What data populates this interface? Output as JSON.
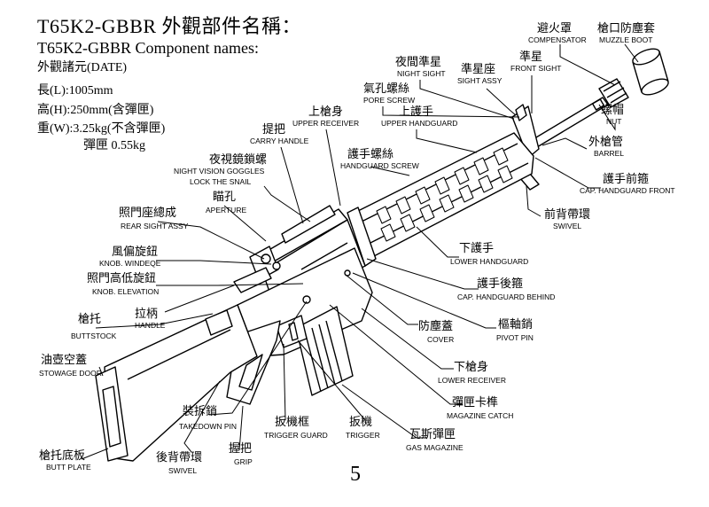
{
  "header": {
    "title": "T65K2-GBBR 外觀部件名稱：",
    "subtitle": "T65K2-GBBR Component names:",
    "date_line": "外觀諸元(DATE)",
    "length": "長(L):1005mm",
    "height": "高(H):250mm(含彈匣)",
    "weight": "重(W):3.25kg(不含彈匣)",
    "magazine_weight": "彈匣 0.55kg"
  },
  "page_number": "5",
  "labels": {
    "compensator": {
      "cn": "避火罩",
      "en": "COMPENSATOR"
    },
    "muzzle_boot": {
      "cn": "槍口防塵套",
      "en": "MUZZLE BOOT"
    },
    "night_sight": {
      "cn": "夜間準星",
      "en": "NIGHT SIGHT"
    },
    "front_sight": {
      "cn": "準星",
      "en": "FRONT SIGHT"
    },
    "sight_assy": {
      "cn": "準星座",
      "en": "SIGHT ASSY"
    },
    "pore_screw": {
      "cn": "氣孔螺絲",
      "en": "PORE SCREW"
    },
    "upper_receiver": {
      "cn": "上槍身",
      "en": "UPPER RECEIVER"
    },
    "upper_handguard": {
      "cn": "上護手",
      "en": "UPPER HANDGUARD"
    },
    "carry_handle": {
      "cn": "提把",
      "en": "CARRY HANDLE"
    },
    "nut": {
      "cn": "螺帽",
      "en": "NUT"
    },
    "barrel": {
      "cn": "外槍管",
      "en": "BARREL"
    },
    "handguard_screw": {
      "cn": "護手螺絲",
      "en": "HANDGUARD SCREW"
    },
    "night_vision": {
      "cn": "夜視鏡鎖螺",
      "en1": "NIGHT VISION GOGGLES",
      "en2": "LOCK THE SNAIL"
    },
    "cap_front": {
      "cn": "護手前箍",
      "en": "CAP. HANDGUARD FRONT"
    },
    "aperture": {
      "cn": "瞄孔",
      "en": "APERTURE"
    },
    "swivel_front": {
      "cn": "前背帶環",
      "en": "SWIVEL"
    },
    "rear_sight": {
      "cn": "照門座總成",
      "en": "REAR SIGHT ASSY"
    },
    "knob_windage": {
      "cn": "風偏旋鈕",
      "en": "KNOB. WINDEQE"
    },
    "lower_handguard": {
      "cn": "下護手",
      "en": "LOWER HANDGUARD"
    },
    "knob_elevation": {
      "cn": "照門高低旋鈕",
      "en": "KNOB. ELEVATION"
    },
    "cap_behind": {
      "cn": "護手後箍",
      "en": "CAP. HANDGUARD BEHIND"
    },
    "handle": {
      "cn": "拉柄",
      "en": "HANDLE"
    },
    "buttstock": {
      "cn": "槍托",
      "en": "BUTTSTOCK"
    },
    "cover": {
      "cn": "防塵蓋",
      "en": "COVER"
    },
    "pivot_pin": {
      "cn": "樞軸銷",
      "en": "PIVOT PIN"
    },
    "stowage_door": {
      "cn": "油壺空蓋",
      "en": "STOWAGE DOOR"
    },
    "lower_receiver": {
      "cn": "下槍身",
      "en": "LOWER RECEIVER"
    },
    "takedown_pin": {
      "cn": "裝拆銷",
      "en": "TAKEDOWN PIN"
    },
    "magazine_catch": {
      "cn": "彈匣卡榫",
      "en": "MAGAZINE CATCH"
    },
    "trigger_guard": {
      "cn": "扳機框",
      "en": "TRIGGER GUARD"
    },
    "trigger": {
      "cn": "扳機",
      "en": "TRIGGER"
    },
    "gas_magazine": {
      "cn": "瓦斯彈匣",
      "en": "GAS MAGAZINE"
    },
    "butt_plate": {
      "cn": "槍托底板",
      "en": "BUTT PLATE"
    },
    "swivel_rear": {
      "cn": "後背帶環",
      "en": "SWIVEL"
    },
    "grip": {
      "cn": "握把",
      "en": "GRIP"
    }
  }
}
